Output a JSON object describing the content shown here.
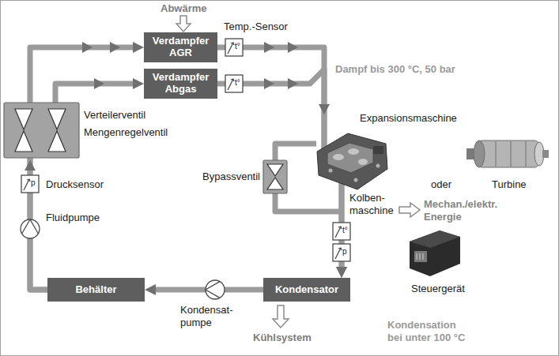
{
  "diagram": {
    "nodes": [
      {
        "text": [
          "Verdampfer AGR"
        ]
      },
      {
        "text": [
          "Verdampfer Abgas"
        ]
      },
      {
        "text": [
          "Kondensator"
        ]
      },
      {
        "text": [
          "Behälter"
        ]
      }
    ],
    "edges": [
      {
        "from": 3,
        "to": 0,
        "arrow": "to"
      },
      {
        "from": 3,
        "to": 1,
        "arrow": "to"
      },
      {
        "from": 0,
        "to": 2,
        "arrow": "to"
      },
      {
        "from": 1,
        "to": 2,
        "arrow": "to"
      },
      {
        "from": 2,
        "to": 3,
        "arrow": "to"
      }
    ],
    "labels": [
      "Abwärme",
      "Temp.-Sensor",
      "t°",
      "t°",
      "Dampf bis 300 °C, 50 bar",
      "Expansionsmaschine",
      "Verteilerventil",
      "Mengenregelventil",
      "Bypassventil",
      "Drucksensor",
      "p",
      "oder",
      "Turbine",
      "Kolben- maschine",
      "Mechan./elektr. Energie",
      "Fluidpumpe",
      "t°",
      "p",
      "Steuergerät",
      "Kondensat- pumpe",
      "Kondensation bei unter 100 °C",
      "Kühlsystem"
    ]
  }
}
